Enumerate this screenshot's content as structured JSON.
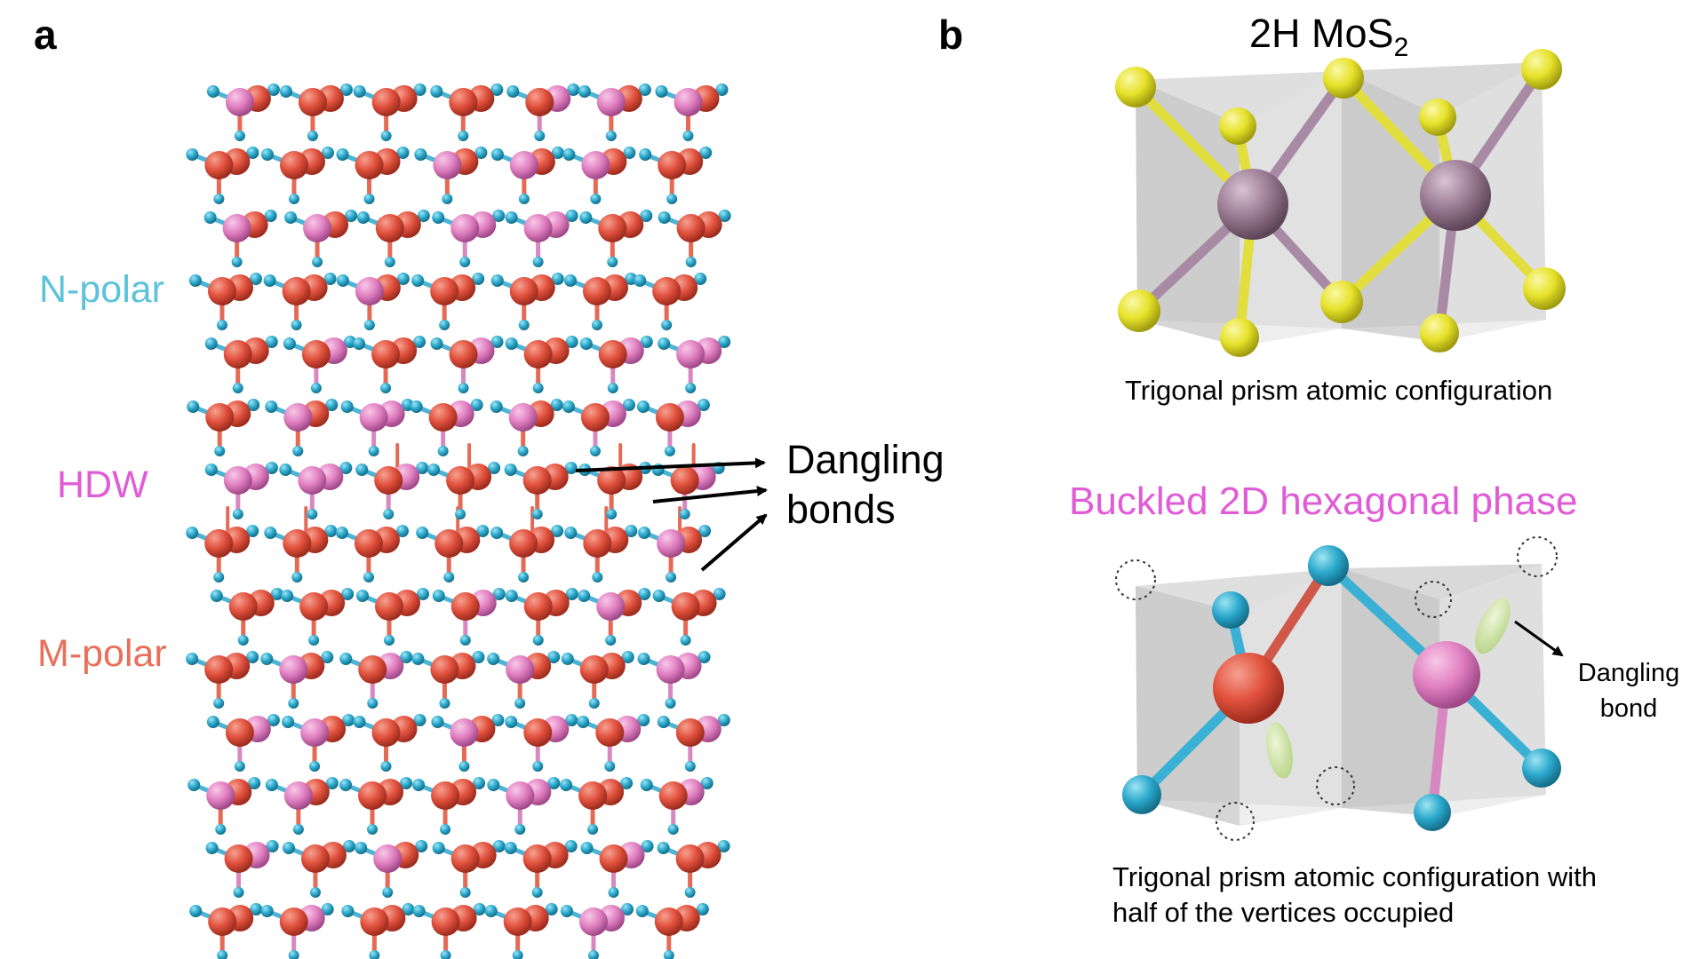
{
  "panel_a": {
    "label": "a",
    "n_polar": "N-polar",
    "hdw": "HDW",
    "m_polar": "M-polar",
    "dangling_bonds": "Dangling bonds"
  },
  "panel_b": {
    "label": "b",
    "top_title_main": "2H MoS",
    "top_title_sub": "2",
    "top_caption": "Trigonal prism atomic configuration",
    "bottom_title": "Buckled 2D  hexagonal phase",
    "dangling_bond": "Dangling bond",
    "bottom_caption": "Trigonal prism atomic configuration with half of the vertices occupied"
  },
  "colors": {
    "n_polar": "#5cc3d9",
    "hdw": "#e05cd6",
    "m_polar": "#e8705a",
    "metal_red": "#e0503c",
    "metal_pink": "#e07fc0",
    "nitrogen_cyan": "#2aa8cc",
    "sulfur_yellow": "#e6e22a",
    "molybdenum": "#9a7a94",
    "prism_gray": "#d6d6d6",
    "lobe_green": "#c8e0a0"
  }
}
